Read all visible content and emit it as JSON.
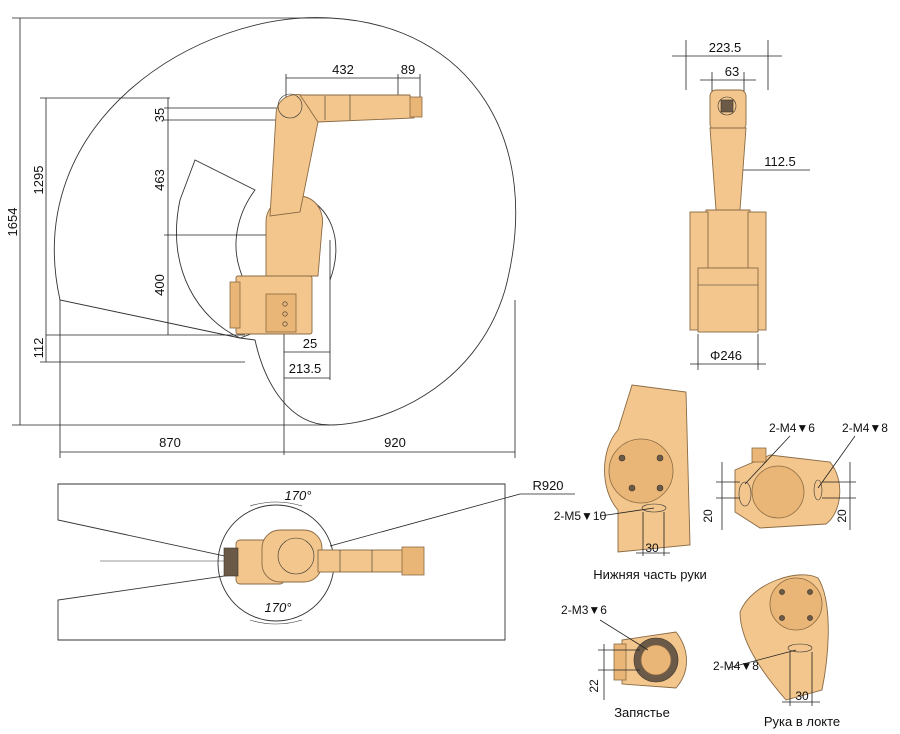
{
  "dimensions": {
    "d432": "432",
    "d89": "89",
    "d35": "35",
    "d463": "463",
    "d400": "400",
    "d112": "112",
    "d1295": "1295",
    "d1654": "1654",
    "d25": "25",
    "d213_5": "213.5",
    "d870": "870",
    "d920": "920",
    "d223_5": "223.5",
    "d63": "63",
    "d112_5": "112.5",
    "phi246": "Φ246",
    "r920": "R920",
    "a170_top": "170°",
    "a170_bottom": "170°",
    "m5": "2-M5▼10",
    "m4_6": "2-M4▼6",
    "m4_8_top": "2-M4▼8",
    "m3": "2-M3▼6",
    "m4_8_elbow": "2-M4▼8",
    "d30_lower": "30",
    "d30_elbow": "30",
    "d20_left": "20",
    "d20_right": "20",
    "d22": "22"
  },
  "captions": {
    "lower_arm": "Нижняя часть руки",
    "wrist": "Запястье",
    "elbow": "Рука в локте"
  },
  "colors": {
    "arm_fill": "#f2c68c",
    "arm_outline": "#8a6a44",
    "line": "#222222"
  }
}
